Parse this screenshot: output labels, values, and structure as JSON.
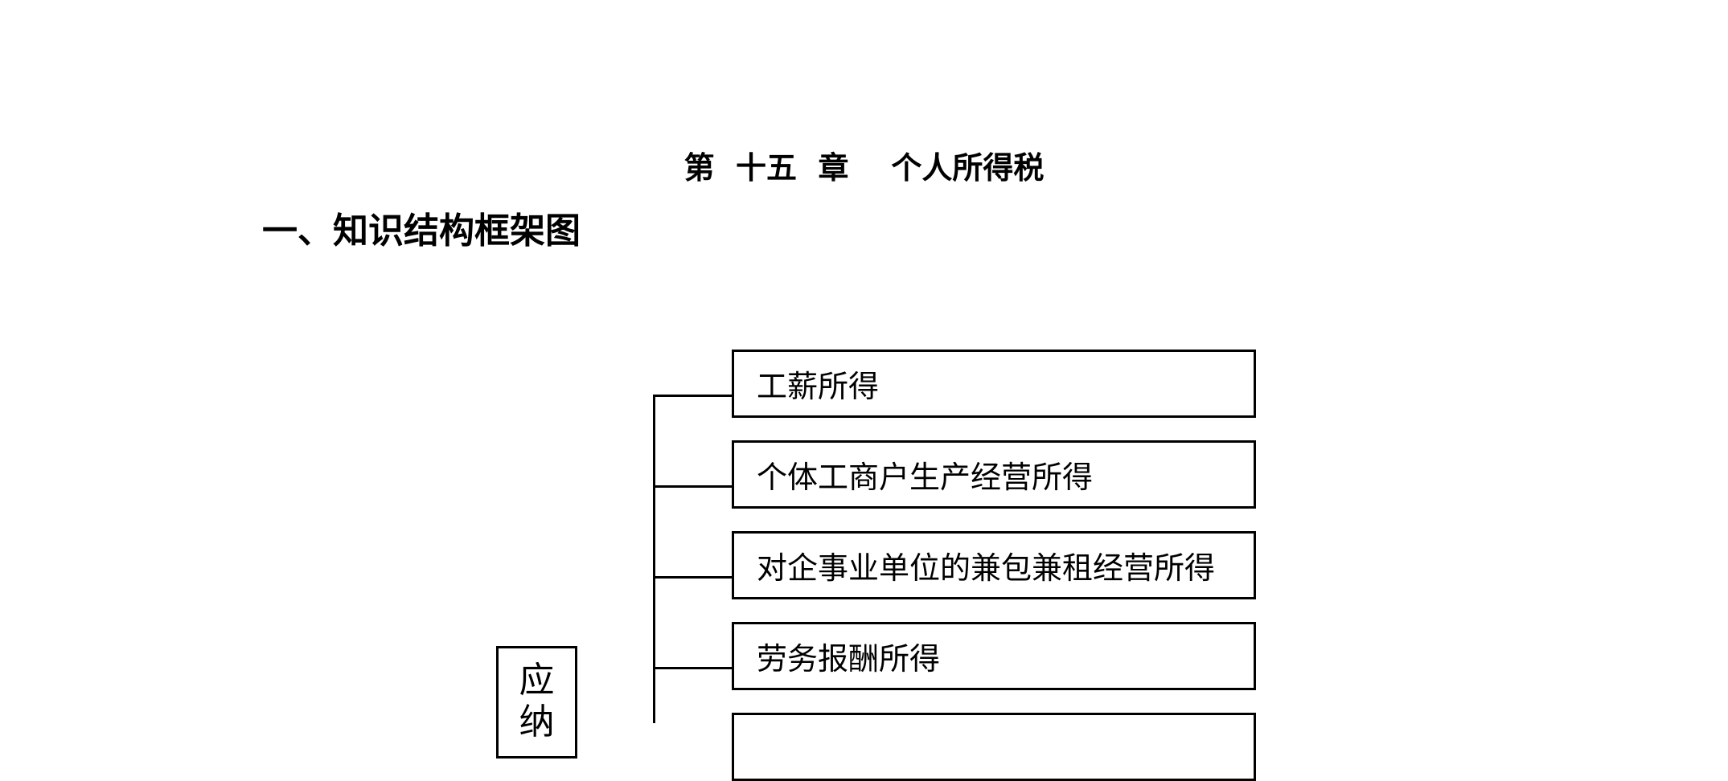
{
  "document": {
    "chapter_title": "第  十五  章    个人所得税",
    "section_heading": "一、知识结构框架图"
  },
  "diagram": {
    "root_label_chars": [
      "应",
      "纳"
    ],
    "branches": [
      {
        "label": "工薪所得"
      },
      {
        "label": "个体工商户生产经营所得"
      },
      {
        "label": "对企事业单位的兼包兼租经营所得"
      },
      {
        "label": "劳务报酬所得"
      },
      {
        "label": ""
      }
    ]
  }
}
